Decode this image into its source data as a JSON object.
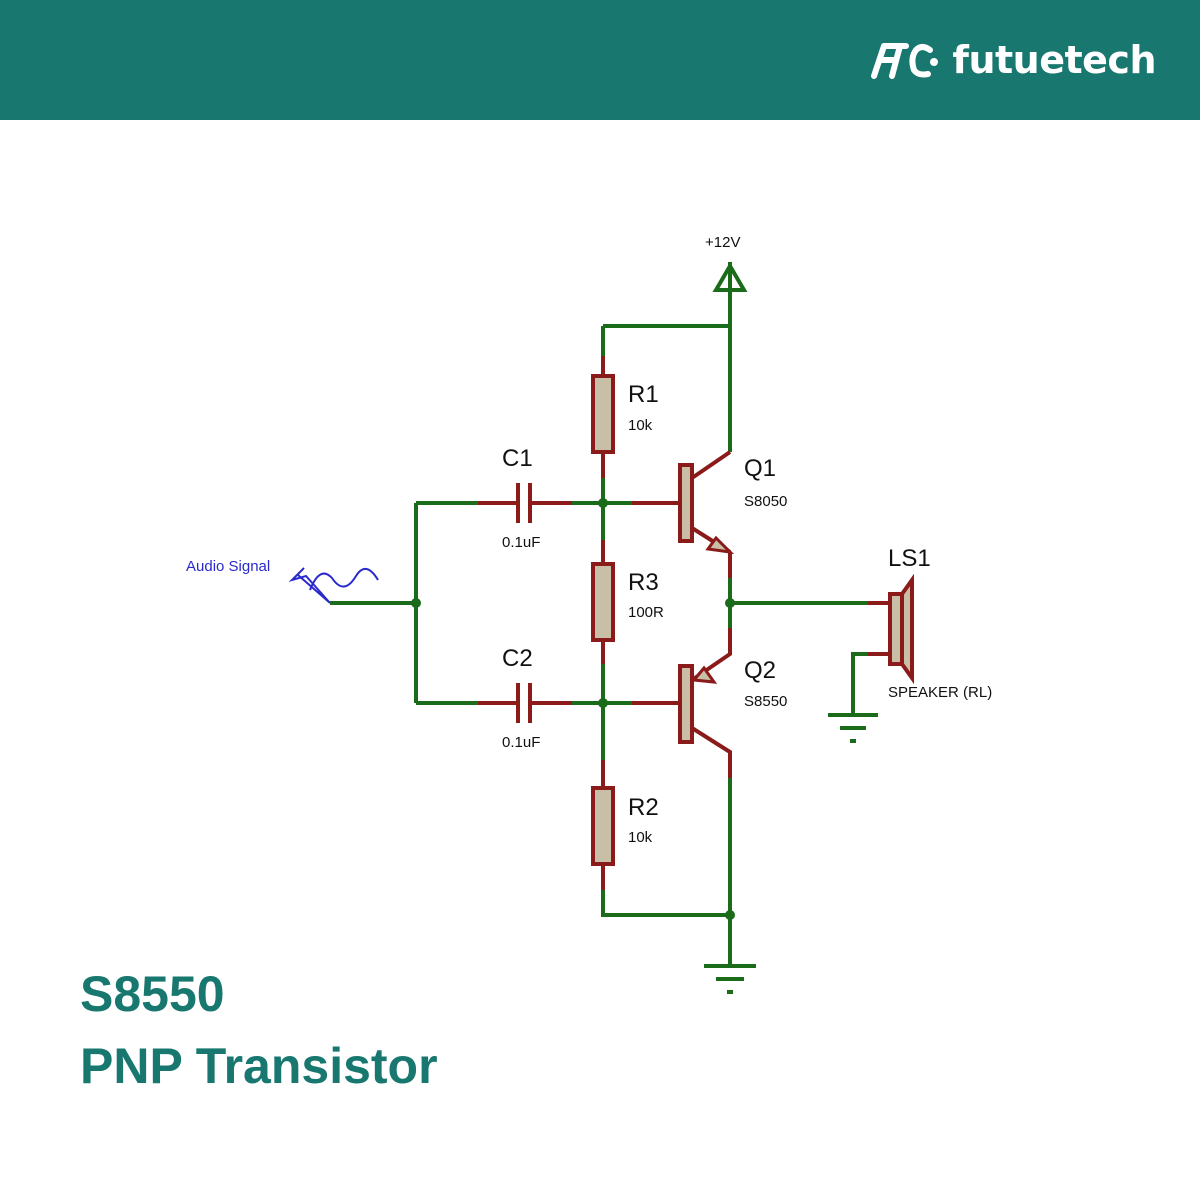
{
  "header": {
    "brand_name": "futuetech",
    "brand_logo": "FTC"
  },
  "caption": {
    "line1": "S8550",
    "line2": "PNP Transistor"
  },
  "schematic": {
    "supply": "+12V",
    "input": "Audio Signal",
    "components": {
      "r1": {
        "ref": "R1",
        "value": "10k"
      },
      "r2": {
        "ref": "R2",
        "value": "10k"
      },
      "r3": {
        "ref": "R3",
        "value": "100R"
      },
      "c1": {
        "ref": "C1",
        "value": "0.1uF"
      },
      "c2": {
        "ref": "C2",
        "value": "0.1uF"
      },
      "q1": {
        "ref": "Q1",
        "value": "S8050"
      },
      "q2": {
        "ref": "Q2",
        "value": "S8550"
      },
      "ls1": {
        "ref": "LS1",
        "value": "SPEAKER (RL)"
      }
    }
  },
  "colors": {
    "brand": "#187870",
    "wire": "#1a6b1a",
    "component": "#8b1a1a",
    "component_fill": "#c8bfa6",
    "input_label": "#2a2acc"
  }
}
